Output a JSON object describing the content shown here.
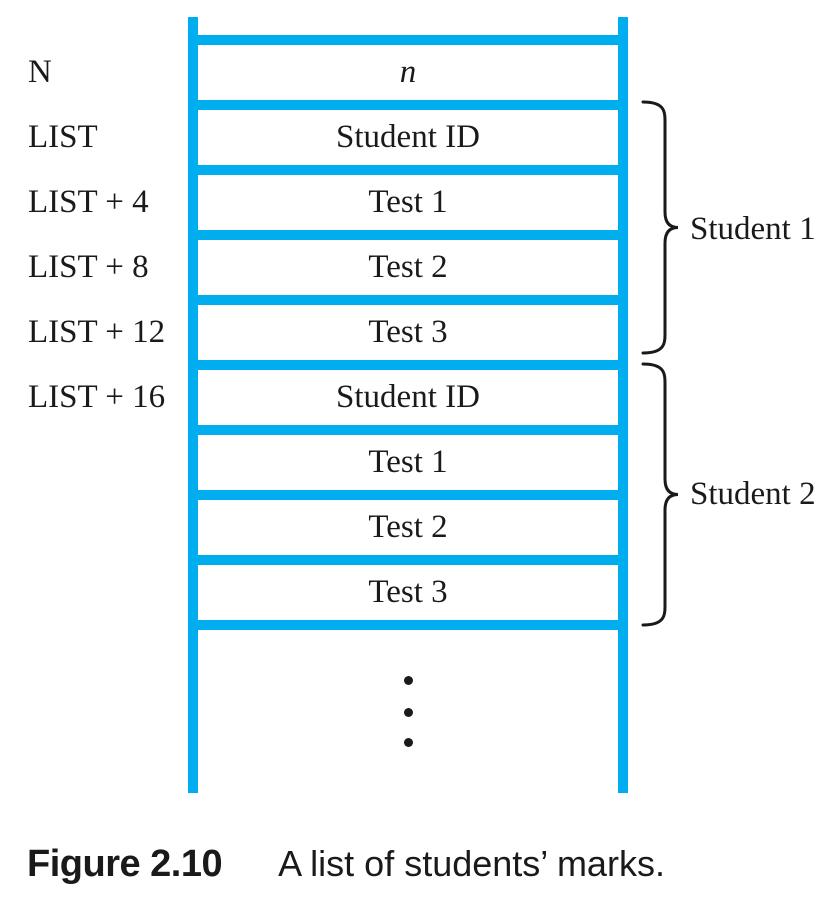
{
  "colors": {
    "line_blue": "#00AEEF",
    "ink_black": "#1A1A1A"
  },
  "memory_diagram": {
    "address_labels": [
      "N",
      "LIST",
      "LIST + 4",
      "LIST + 8",
      "LIST + 12",
      "LIST + 16"
    ],
    "cells": [
      "n",
      "Student ID",
      "Test 1",
      "Test 2",
      "Test 3",
      "Student ID",
      "Test 1",
      "Test 2",
      "Test 3"
    ],
    "group_braces": [
      {
        "label": "Student 1"
      },
      {
        "label": "Student 2"
      }
    ],
    "continuation_dots_count": 3
  },
  "caption": {
    "label": "Figure 2.10",
    "text": "A list of students’ marks."
  }
}
